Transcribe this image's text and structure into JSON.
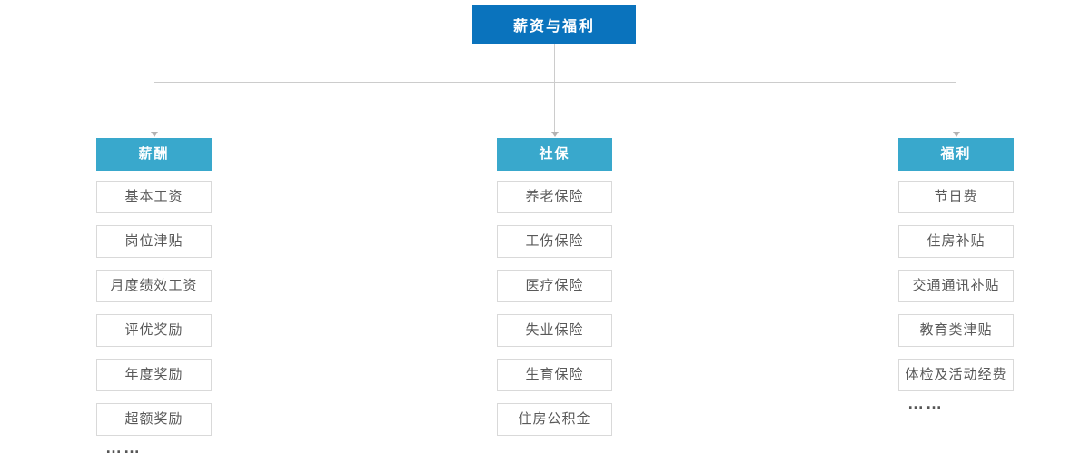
{
  "root": {
    "label": "薪资与福利"
  },
  "columns": [
    {
      "header": "薪酬",
      "items": [
        "基本工资",
        "岗位津贴",
        "月度绩效工资",
        "评优奖励",
        "年度奖励",
        "超额奖励"
      ],
      "more": "……"
    },
    {
      "header": "社保",
      "items": [
        "养老保险",
        "工伤保险",
        "医疗保险",
        "失业保险",
        "生育保险",
        "住房公积金"
      ]
    },
    {
      "header": "福利",
      "items": [
        "节日费",
        "住房补贴",
        "交通通讯补贴",
        "教育类津贴",
        "体检及活动经费"
      ],
      "more": "……"
    }
  ],
  "colors": {
    "root_bg": "#0a73bd",
    "header_bg": "#39a8cc",
    "item_border": "#d9d9d9",
    "item_text": "#595959",
    "connector": "#cccccc",
    "arrow": "#b3b3b3",
    "ellipsis": "#555555"
  }
}
